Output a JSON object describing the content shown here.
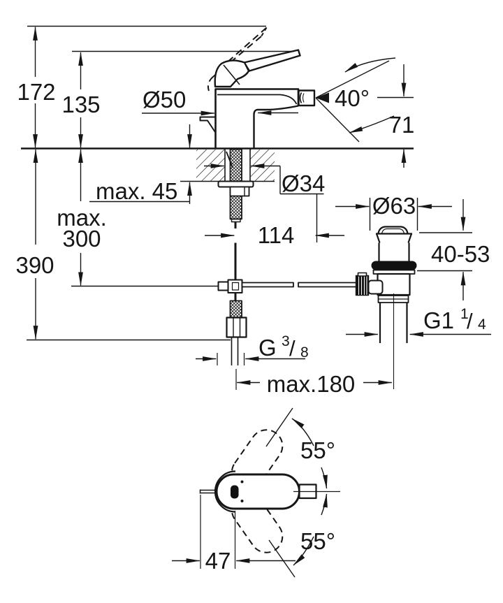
{
  "colors": {
    "line": "#161616",
    "background": "#ffffff"
  },
  "labels": {
    "h_overall": "172",
    "h_lever": "135",
    "dia_body": "Ø50",
    "spray_angle": "40°",
    "spout_h": "71",
    "deck_max": "max. 45",
    "dia_hole": "Ø34",
    "reach": "114",
    "rod_max_1": "max.",
    "rod_max_2": "300",
    "depth_total": "390",
    "dia_waste": "Ø63",
    "waste_range": "40-53",
    "waste_thread_base": "G1",
    "waste_thread_num": "1",
    "waste_thread_den": "4",
    "supply_thread_base": "G",
    "supply_thread_num": "3",
    "supply_thread_den": "8",
    "frac_slash": "/",
    "reach_max": "max.180",
    "swing_up": "55°",
    "swing_down": "55°",
    "offset_47": "47"
  }
}
